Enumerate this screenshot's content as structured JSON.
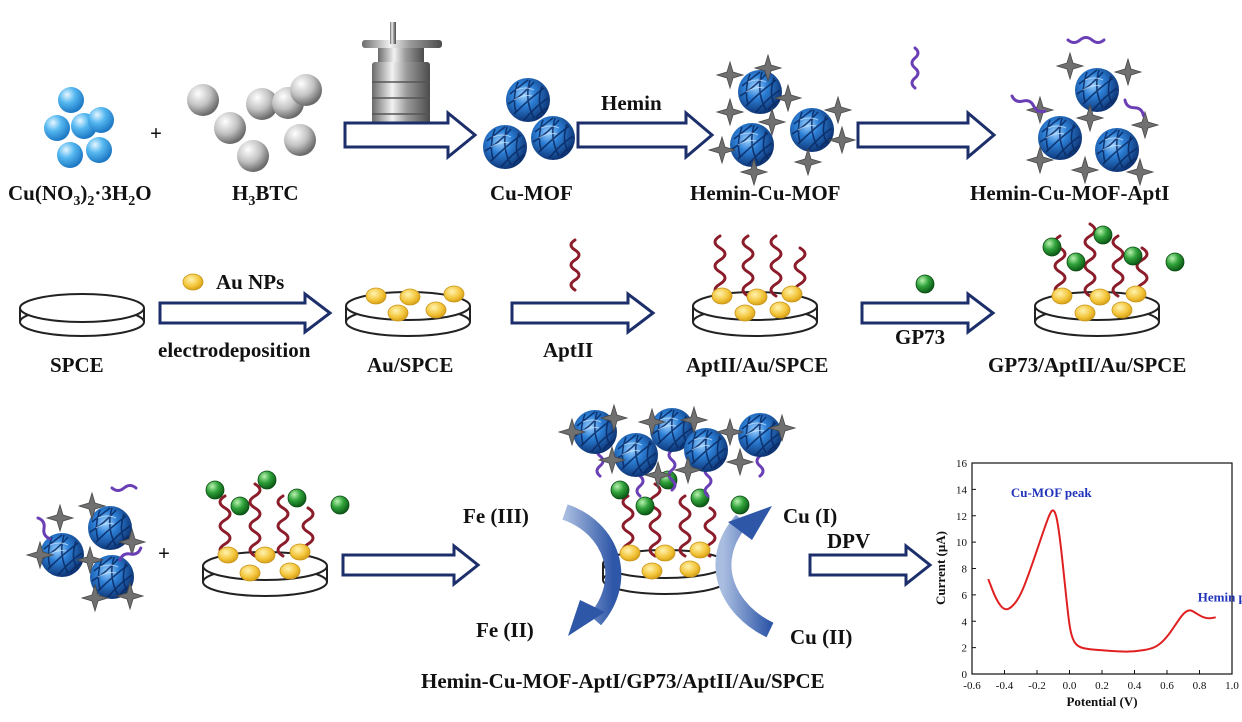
{
  "row1": {
    "cu_nitrate": "Cu(NO",
    "cu_nitrate_sub1": "3",
    "cu_nitrate_mid": ")",
    "cu_nitrate_sub2": "2",
    "cu_nitrate_end": "·3H",
    "cu_nitrate_sub3": "2",
    "cu_nitrate_tail": "O",
    "h3btc_a": "H",
    "h3btc_sub": "3",
    "h3btc_b": "BTC",
    "plus": "+",
    "cu_mof": "Cu-MOF",
    "hemin_arrow": "Hemin",
    "hemin_cu_mof": "Hemin-Cu-MOF",
    "hemin_cu_mof_apti": "Hemin-Cu-MOF-AptI"
  },
  "row2": {
    "spce": "SPCE",
    "au_nps": "Au NPs",
    "electrodeposition": "electrodeposition",
    "au_spce": "Au/SPCE",
    "aptii_arrow": "AptII",
    "aptii_au_spce": "AptII/Au/SPCE",
    "gp73_arrow": "GP73",
    "gp73_aptii_au_spce": "GP73/AptII/Au/SPCE"
  },
  "row3": {
    "plus": "+",
    "fe3": "Fe (III)",
    "fe2": "Fe (II)",
    "cu1": "Cu (I)",
    "cu2": "Cu (II)",
    "dpv": "DPV",
    "sandwich_label": "Hemin-Cu-MOF-AptI/GP73/AptII/Au/SPCE"
  },
  "colors": {
    "mof_blue": "#1f5fb8",
    "copper_bead": "#3aa8e8",
    "gold": "#f2c744",
    "aptii_strand": "#8b1c2a",
    "apti_strand": "#6a3fb5",
    "gp73_green": "#1e8a2e",
    "hemin_star": "#6e6e6e",
    "arrow_outline": "#1c2f6b",
    "curve_red": "#e02020",
    "peak_label": "#2233bb"
  },
  "chart_data": {
    "type": "line",
    "xlabel": "Potential (V)",
    "ylabel": "Current (μA)",
    "xlim": [
      -0.6,
      1.0
    ],
    "ylim": [
      0,
      16
    ],
    "xticks": [
      "-0.6",
      "-0.4",
      "-0.2",
      "0.0",
      "0.2",
      "0.4",
      "0.6",
      "0.8",
      "1.0"
    ],
    "yticks": [
      "0",
      "2",
      "4",
      "6",
      "8",
      "10",
      "12",
      "14",
      "16"
    ],
    "grid": false,
    "series": [
      {
        "x": [
          -0.5,
          -0.45,
          -0.4,
          -0.35,
          -0.3,
          -0.25,
          -0.2,
          -0.15,
          -0.12,
          -0.1,
          -0.08,
          -0.06,
          -0.04,
          -0.02,
          0.0,
          0.02,
          0.05,
          0.1,
          0.2,
          0.3,
          0.4,
          0.5,
          0.55,
          0.6,
          0.65,
          0.7,
          0.74,
          0.78,
          0.82,
          0.86,
          0.9
        ],
        "y": [
          7.2,
          5.6,
          4.8,
          5.1,
          6.0,
          7.6,
          9.4,
          11.2,
          12.2,
          12.5,
          12.0,
          10.4,
          8.2,
          5.8,
          3.6,
          2.6,
          2.1,
          1.9,
          1.8,
          1.7,
          1.7,
          1.9,
          2.2,
          2.8,
          3.7,
          4.6,
          4.9,
          4.6,
          4.3,
          4.2,
          4.3
        ]
      }
    ],
    "annotations": [
      {
        "text": "Cu-MOF peak",
        "x": -0.1,
        "y": 12.5
      },
      {
        "text": "Hemin peak",
        "x": 0.74,
        "y": 4.9
      }
    ]
  }
}
